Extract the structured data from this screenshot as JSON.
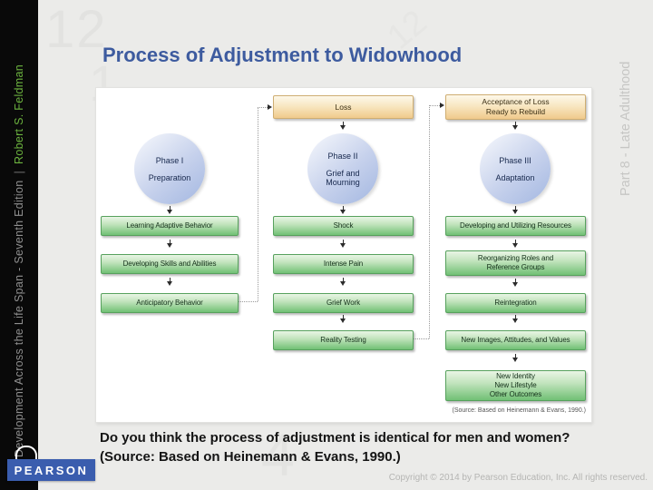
{
  "slide": {
    "title": "Process of Adjustment to Widowhood",
    "question": "Do you think the process of adjustment is identical for men and women?  (Source: Based on Heinemann & Evans, 1990.)",
    "copyright": "Copyright © 2014 by Pearson Education, Inc. All rights reserved."
  },
  "sidebar_left": {
    "book_title": "Development Across the Life Span - Seventh Edition",
    "separator": "|",
    "author": "Robert S. Feldman",
    "logo": "PEARSON"
  },
  "sidebar_right": {
    "part_label": "Part 8 - Late Adulthood"
  },
  "watermarks": [
    "12",
    "1",
    "12",
    "4"
  ],
  "diagram": {
    "top_boxes": {
      "loss": "Loss",
      "acceptance_line1": "Acceptance of Loss",
      "acceptance_line2": "Ready to Rebuild"
    },
    "phases": [
      {
        "name": "Phase I",
        "label": "Preparation"
      },
      {
        "name": "Phase II",
        "label": "Grief and Mourning"
      },
      {
        "name": "Phase III",
        "label": "Adaptation"
      }
    ],
    "col1_steps": [
      "Learning Adaptive Behavior",
      "Developing Skills and Abilities",
      "Anticipatory Behavior"
    ],
    "col2_steps": [
      "Shock",
      "Intense Pain",
      "Grief Work",
      "Reality Testing"
    ],
    "col3_steps": [
      "Developing and Utilizing Resources",
      "Reorganizing Roles and Reference Groups",
      "Reintegration",
      "New Images, Attitudes, and Values"
    ],
    "col3_final": {
      "line1": "New Identity",
      "line2": "New Lifestyle",
      "line3": "Other Outcomes"
    },
    "source_note": "(Source: Based on Heinemann & Evans, 1990.)"
  },
  "colors": {
    "title_blue": "#3d5b9f",
    "tan_top": "#fdf8ea",
    "tan_bottom": "#f0ca8c",
    "tan_border": "#cfae72",
    "green_top": "#e9f5e5",
    "green_bottom": "#71c075",
    "green_border": "#57a15d",
    "circle_light": "#f0f3fa",
    "circle_dark": "#a7bae2",
    "pearson_blue": "#3a5dae",
    "author_green": "#6cb33f"
  }
}
